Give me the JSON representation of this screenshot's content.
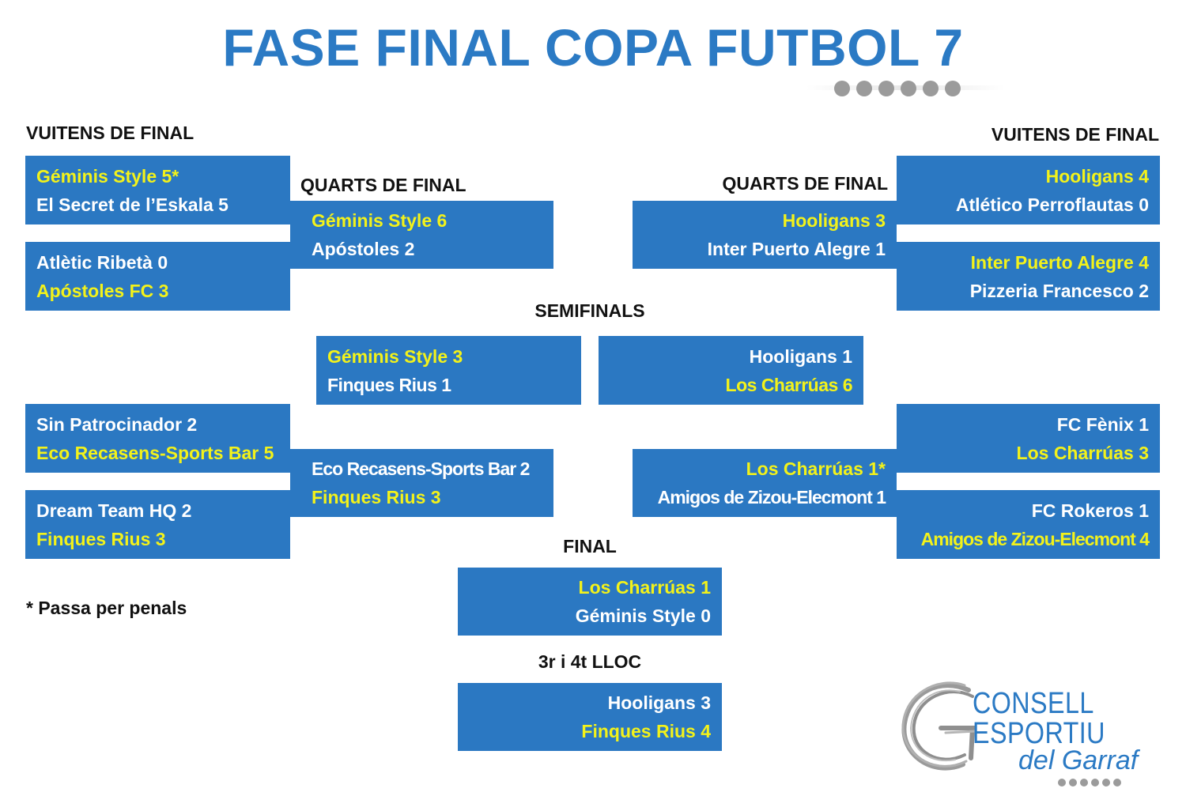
{
  "title": "FASE FINAL COPA FUTBOL 7",
  "headings": {
    "vuitens_left": "VUITENS DE FINAL",
    "vuitens_right": "VUITENS DE FINAL",
    "quarts_left": "QUARTS DE FINAL",
    "quarts_right": "QUARTS DE FINAL",
    "semifinals": "SEMIFINALS",
    "final": "FINAL",
    "third_place": "3r i 4t LLOC"
  },
  "matches": {
    "r16_left_1": {
      "team1": "Géminis Style 5*",
      "team2": "El Secret de l’Eskala 5",
      "winner": 1
    },
    "r16_left_2": {
      "team1": "Atlètic Ribetà 0",
      "team2": "Apóstoles FC 3",
      "winner": 2
    },
    "r16_left_3": {
      "team1": "Sin Patrocinador 2",
      "team2": "Eco Recasens-Sports Bar 5",
      "winner": 2
    },
    "r16_left_4": {
      "team1": "Dream Team HQ 2",
      "team2": "Finques Rius 3",
      "winner": 2
    },
    "r16_right_1": {
      "team1": "Hooligans 4",
      "team2": "Atlético Perroflautas 0",
      "winner": 1
    },
    "r16_right_2": {
      "team1": "Inter Puerto Alegre 4",
      "team2": "Pizzeria Francesco 2",
      "winner": 1
    },
    "r16_right_3": {
      "team1": "FC Fènix 1",
      "team2": "Los Charrúas 3",
      "winner": 2
    },
    "r16_right_4": {
      "team1": "FC  Rokeros 1",
      "team2": "Amigos de Zizou-Elecmont 4",
      "winner": 2
    },
    "qf_left_1": {
      "team1": "Géminis Style 6",
      "team2": "Apóstoles 2",
      "winner": 1
    },
    "qf_left_2": {
      "team1": "Eco Recasens-Sports Bar 2",
      "team2": "Finques Rius 3",
      "winner": 2
    },
    "qf_right_1": {
      "team1": "Hooligans 3",
      "team2": "Inter Puerto Alegre 1",
      "winner": 1
    },
    "qf_right_2": {
      "team1": "Los Charrúas 1*",
      "team2": "Amigos de Zizou-Elecmont 1",
      "winner": 1
    },
    "sf_left": {
      "team1": "Géminis Style 3",
      "team2": "Finques Rius 1",
      "winner": 1
    },
    "sf_right": {
      "team1": "Hooligans 1",
      "team2": "Los Charrúas 6",
      "winner": 2
    },
    "final": {
      "team1": "Los Charrúas 1",
      "team2": "Géminis Style 0",
      "winner": 1
    },
    "third_place": {
      "team1": "Hooligans 3",
      "team2": "Finques Rius 4",
      "winner": 2
    }
  },
  "note": "* Passa per penals",
  "logo": {
    "line1": "CONSELL",
    "line2": "ESPORTIU",
    "line3": "del Garraf"
  },
  "colors": {
    "box": "#2b78c2",
    "winner_text": "#f3f21a",
    "loser_text": "#ffffff",
    "title": "#2b7ac4"
  }
}
